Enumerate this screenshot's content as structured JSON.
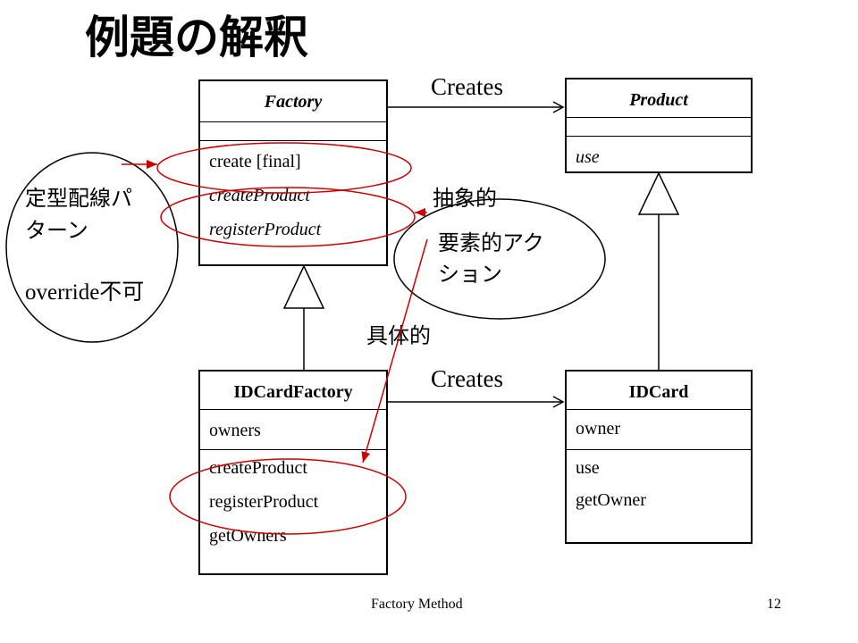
{
  "title": "例題の解釈",
  "factory": {
    "name": "Factory",
    "methods": [
      "create [final]",
      "createProduct",
      "registerProduct"
    ]
  },
  "product": {
    "name": "Product",
    "methods": [
      "use"
    ]
  },
  "idcard_factory": {
    "name": "IDCardFactory",
    "attributes": [
      "owners"
    ],
    "methods": [
      "createProduct",
      "registerProduct",
      "getOwners"
    ]
  },
  "idcard": {
    "name": "IDCard",
    "attributes": [
      "owner"
    ],
    "methods": [
      "use",
      "getOwner"
    ]
  },
  "relations": {
    "creates_top": "Creates",
    "creates_bottom": "Creates"
  },
  "annotations": {
    "template_pattern_line1": "定型配線パ",
    "template_pattern_line2": "ターン",
    "override_note": "override不可",
    "abstract": "抽象的",
    "element_action_line1": "要素的アク",
    "element_action_line2": "ション",
    "concrete": "具体的"
  },
  "colors": {
    "annotation": "#cc0000"
  },
  "footer": {
    "center": "Factory Method",
    "page": "12"
  }
}
